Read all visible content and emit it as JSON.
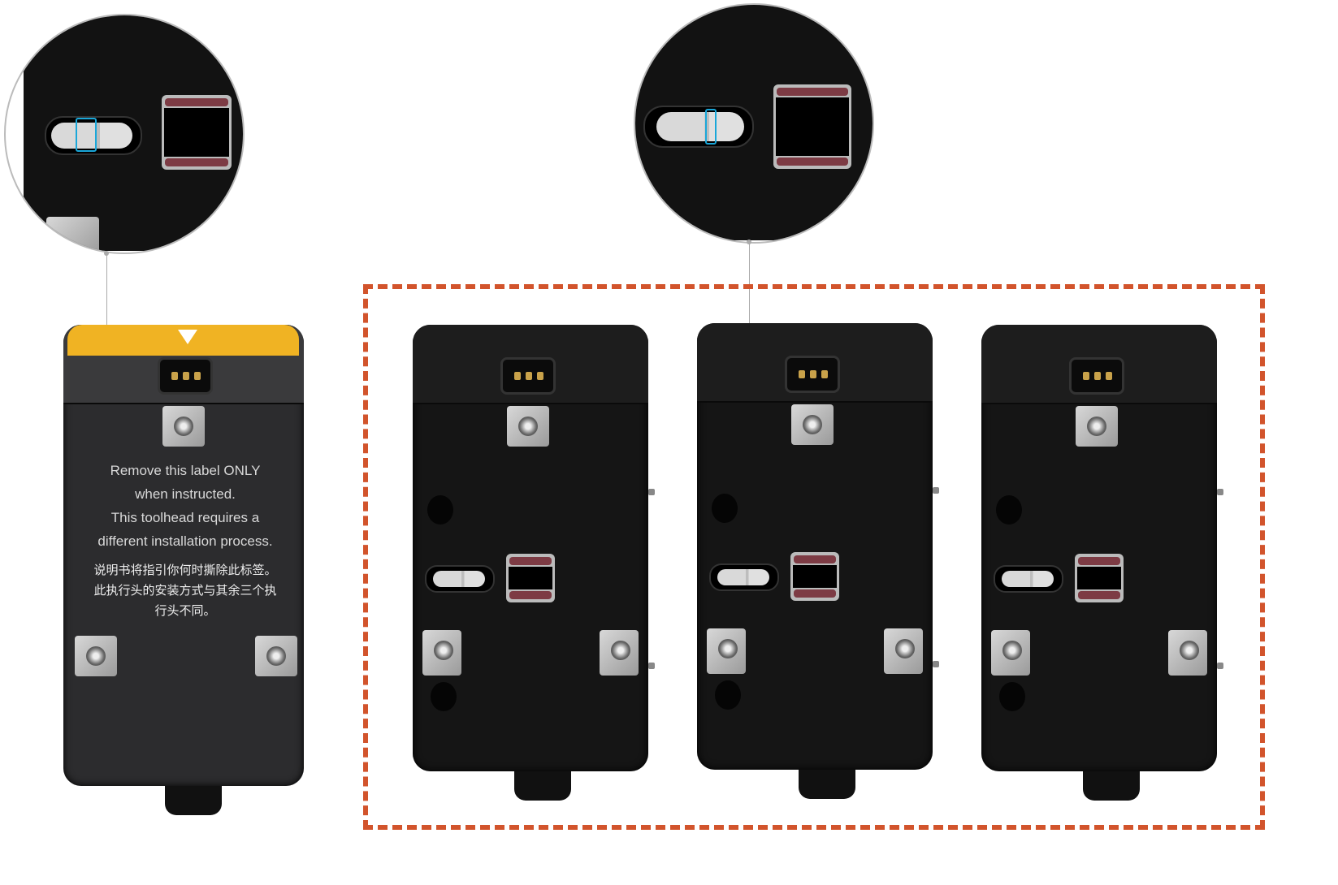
{
  "label": {
    "en_lines": [
      "Remove this label ONLY",
      "when instructed.",
      "This toolhead requires a",
      "different installation process."
    ],
    "zh_lines": [
      "说明书将指引你何时撕除此标签。",
      "此执行头的安装方式与其余三个执",
      "行头不同。"
    ]
  },
  "colors": {
    "dashed_box": "#d2542c",
    "label_accent": "#f0b323",
    "highlight": "#1aa7d9"
  }
}
